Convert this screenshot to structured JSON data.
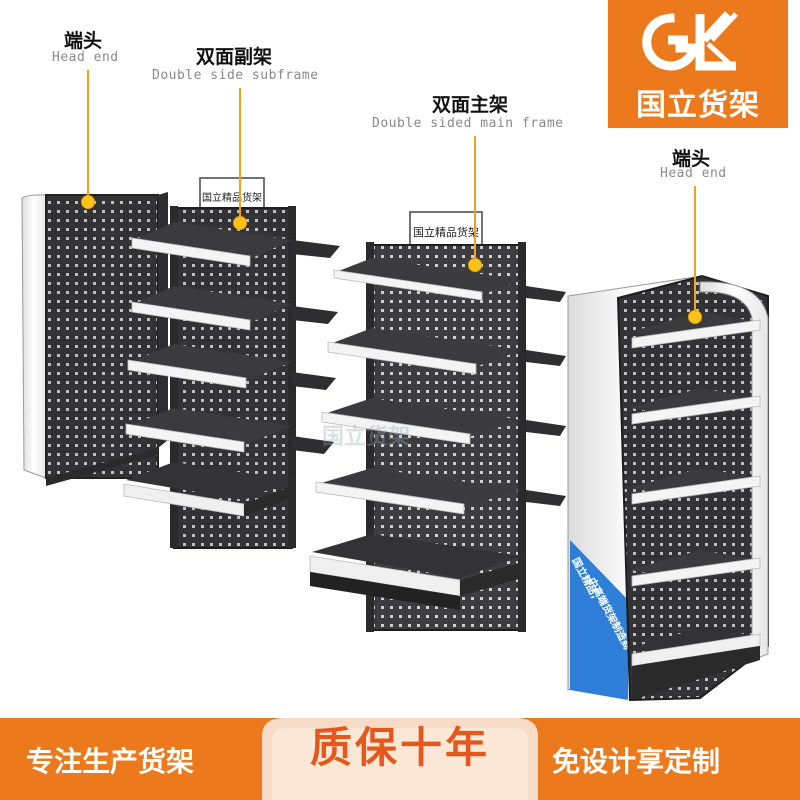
{
  "labels": {
    "head_end_left": {
      "cn": "端头",
      "en": "Head end"
    },
    "double_side_subframe": {
      "cn": "双面副架",
      "en": "Double side subframe"
    },
    "double_sided_main_frame": {
      "cn": "双面主架",
      "en": "Double sided main frame"
    },
    "head_end_right": {
      "cn": "端头",
      "en": "Head end"
    }
  },
  "brand": {
    "name": "国立货架",
    "monogram": "GL"
  },
  "shelf_signs": {
    "subframe_sign": "国立精品货架",
    "mainframe_sign": "国立精品货架"
  },
  "end_panel_print": {
    "line1": "国立精品，",
    "line2": "中高端货架制造商"
  },
  "watermark": "国立货架",
  "bottom_banner": {
    "left": "专注生产货架",
    "center": "质保十年",
    "right": "免设计享定制"
  },
  "colors": {
    "accent_orange": "#ec7a1c",
    "leader_yellow": "#ffc21a",
    "shelf_dark": "#3a3a3c",
    "shelf_edge_white": "#f4f4f4",
    "panel_blue": "#2f7fd8"
  }
}
